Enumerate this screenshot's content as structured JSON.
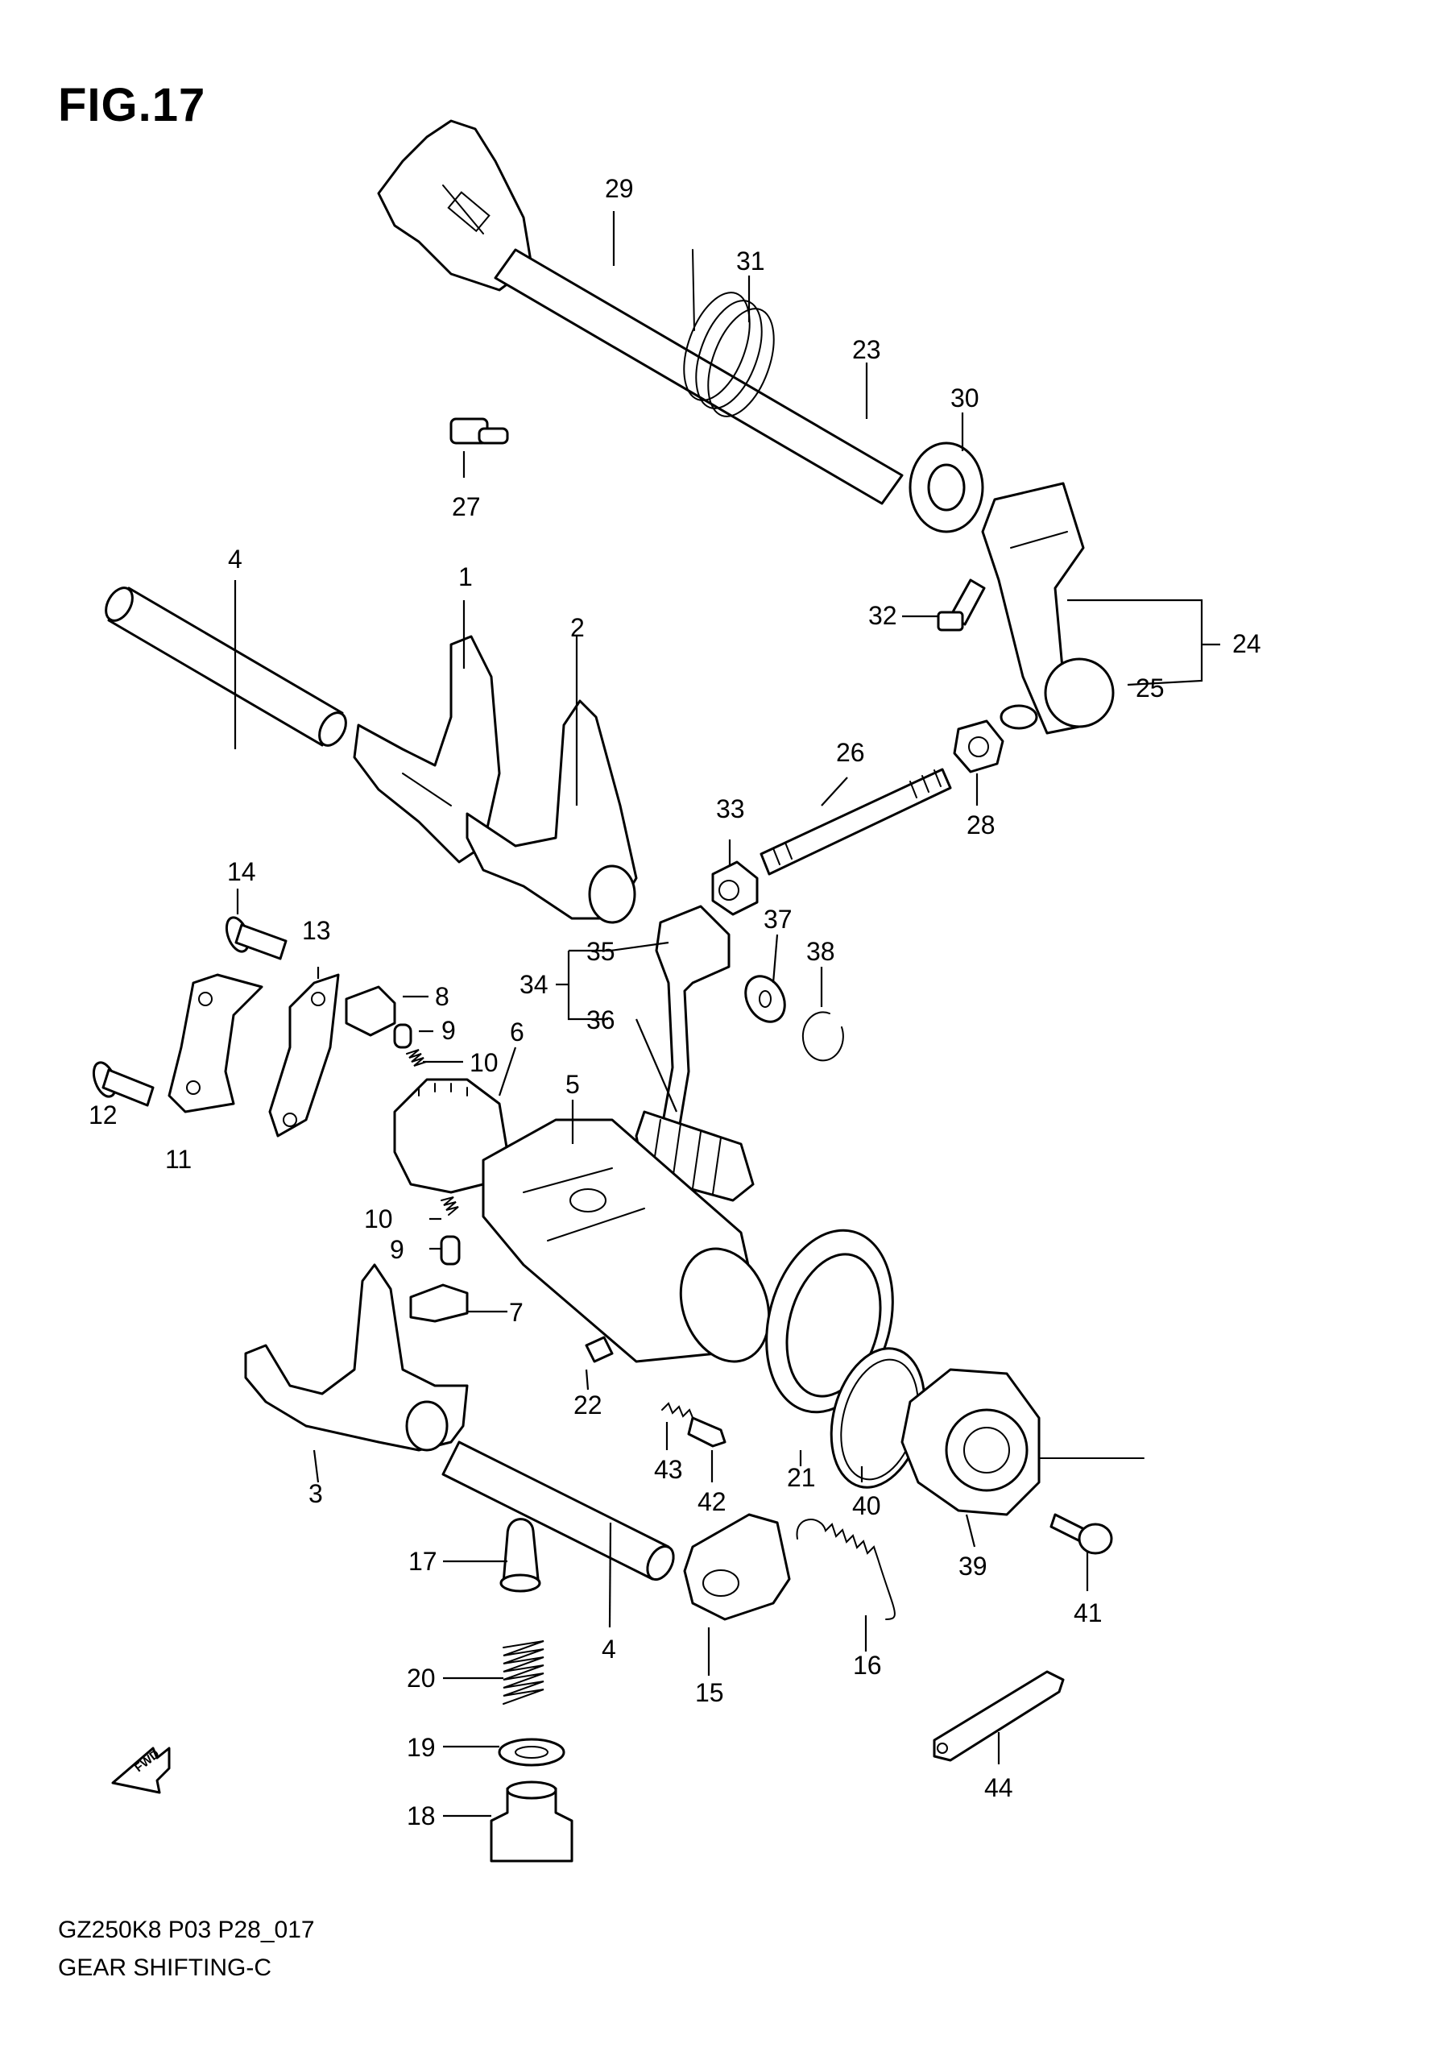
{
  "figure": {
    "title": "FIG.17"
  },
  "footer": {
    "code": "GZ250K8 P03 P28_017",
    "name": "GEAR SHIFTING-C"
  },
  "fwd_badge": "FWD",
  "callouts": {
    "c1": "1",
    "c2": "2",
    "c3": "3",
    "c4a": "4",
    "c4b": "4",
    "c5": "5",
    "c6": "6",
    "c7": "7",
    "c8": "8",
    "c9a": "9",
    "c9b": "9",
    "c10a": "10",
    "c10b": "10",
    "c11": "11",
    "c12": "12",
    "c13": "13",
    "c14": "14",
    "c15": "15",
    "c16": "16",
    "c17": "17",
    "c18": "18",
    "c19": "19",
    "c20": "20",
    "c21": "21",
    "c22": "22",
    "c23": "23",
    "c24": "24",
    "c25": "25",
    "c26": "26",
    "c27": "27",
    "c28": "28",
    "c29": "29",
    "c30": "30",
    "c31": "31",
    "c32": "32",
    "c33": "33",
    "c34": "34",
    "c35": "35",
    "c36": "36",
    "c37": "37",
    "c38": "38",
    "c39": "39",
    "c40": "40",
    "c41": "41",
    "c42": "42",
    "c43": "43",
    "c44": "44"
  }
}
